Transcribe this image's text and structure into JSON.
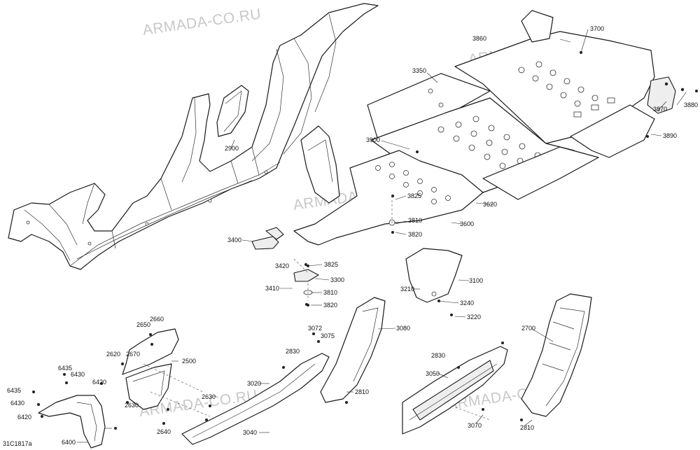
{
  "watermark": "ARMADA-CO.RU",
  "drawing_ref": "31C1817a",
  "callouts": [
    {
      "id": "c3860",
      "text": "3860"
    },
    {
      "id": "c3700",
      "text": "3700"
    },
    {
      "id": "c3350",
      "text": "3350"
    },
    {
      "id": "c3870",
      "text": "3870"
    },
    {
      "id": "c3880",
      "text": "3880"
    },
    {
      "id": "c3890",
      "text": "3890"
    },
    {
      "id": "c3900",
      "text": "3900"
    },
    {
      "id": "c3825a",
      "text": "3825"
    },
    {
      "id": "c3620",
      "text": "3620"
    },
    {
      "id": "c3810a",
      "text": "3810"
    },
    {
      "id": "c3600",
      "text": "3600"
    },
    {
      "id": "c3820a",
      "text": "3820"
    },
    {
      "id": "c2900",
      "text": "2900"
    },
    {
      "id": "c3400",
      "text": "3400"
    },
    {
      "id": "c3420",
      "text": "3420"
    },
    {
      "id": "c3825b",
      "text": "3825"
    },
    {
      "id": "c3300",
      "text": "3300"
    },
    {
      "id": "c3410",
      "text": "3410"
    },
    {
      "id": "c3810b",
      "text": "3810"
    },
    {
      "id": "c3820b",
      "text": "3820"
    },
    {
      "id": "c3100",
      "text": "3100"
    },
    {
      "id": "c3210",
      "text": "3210"
    },
    {
      "id": "c3240",
      "text": "3240"
    },
    {
      "id": "c3220",
      "text": "3220"
    },
    {
      "id": "c2660",
      "text": "2660"
    },
    {
      "id": "c2650",
      "text": "2650"
    },
    {
      "id": "c2620",
      "text": "2620"
    },
    {
      "id": "c2670",
      "text": "2670"
    },
    {
      "id": "c2500",
      "text": "2500"
    },
    {
      "id": "c3072",
      "text": "3072"
    },
    {
      "id": "c3075",
      "text": "3075"
    },
    {
      "id": "c3080",
      "text": "3080"
    },
    {
      "id": "c2830a",
      "text": "2830"
    },
    {
      "id": "c2700",
      "text": "2700"
    },
    {
      "id": "c6435a",
      "text": "6435"
    },
    {
      "id": "c6430a",
      "text": "6430"
    },
    {
      "id": "c6435b",
      "text": "6435"
    },
    {
      "id": "c6420a",
      "text": "6420"
    },
    {
      "id": "c6430b",
      "text": "6430"
    },
    {
      "id": "c6420b",
      "text": "6420"
    },
    {
      "id": "c2630a",
      "text": "2630"
    },
    {
      "id": "c3020",
      "text": "3020"
    },
    {
      "id": "c2630b",
      "text": "2630"
    },
    {
      "id": "c2810a",
      "text": "2810"
    },
    {
      "id": "c2830b",
      "text": "2830"
    },
    {
      "id": "c3050",
      "text": "3050"
    },
    {
      "id": "c2640",
      "text": "2640"
    },
    {
      "id": "c3040",
      "text": "3040"
    },
    {
      "id": "c3070",
      "text": "3070"
    },
    {
      "id": "c2810b",
      "text": "2810"
    },
    {
      "id": "c6400",
      "text": "6400"
    }
  ]
}
